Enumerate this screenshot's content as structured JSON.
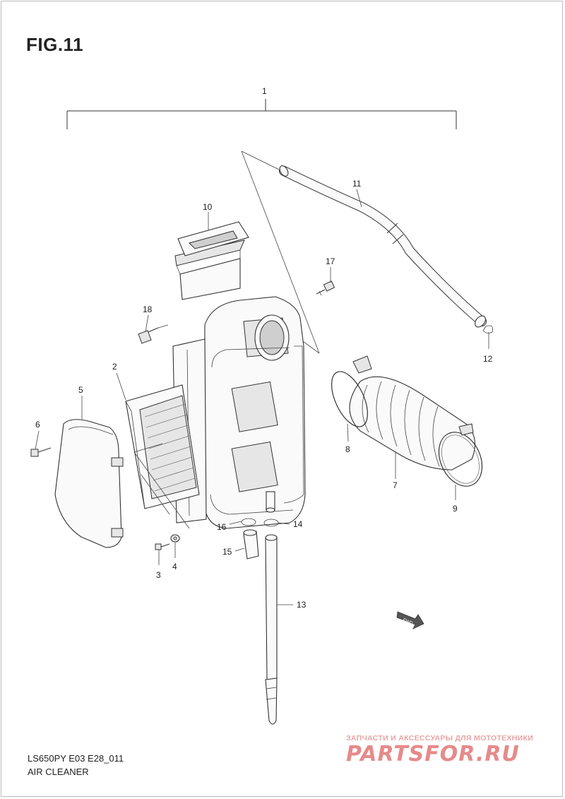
{
  "figure": {
    "title": "FIG.11",
    "code": "LS650PY E03 E28_011",
    "caption": "AIR CLEANER"
  },
  "callouts": {
    "c1": "1",
    "c2": "2",
    "c3": "3",
    "c4": "4",
    "c5": "5",
    "c6": "6",
    "c7": "7",
    "c8": "8",
    "c9": "9",
    "c10": "10",
    "c11": "11",
    "c12": "12",
    "c13": "13",
    "c14": "14",
    "c15": "15",
    "c16": "16",
    "c17": "17",
    "c18": "18"
  },
  "fwd_badge": "FWD",
  "watermark": {
    "tagline": "ЗАПЧАСТИ И АКСЕССУАРЫ ДЛЯ МОТОТЕХНИКИ",
    "logo": "PARTSFOR.RU"
  }
}
